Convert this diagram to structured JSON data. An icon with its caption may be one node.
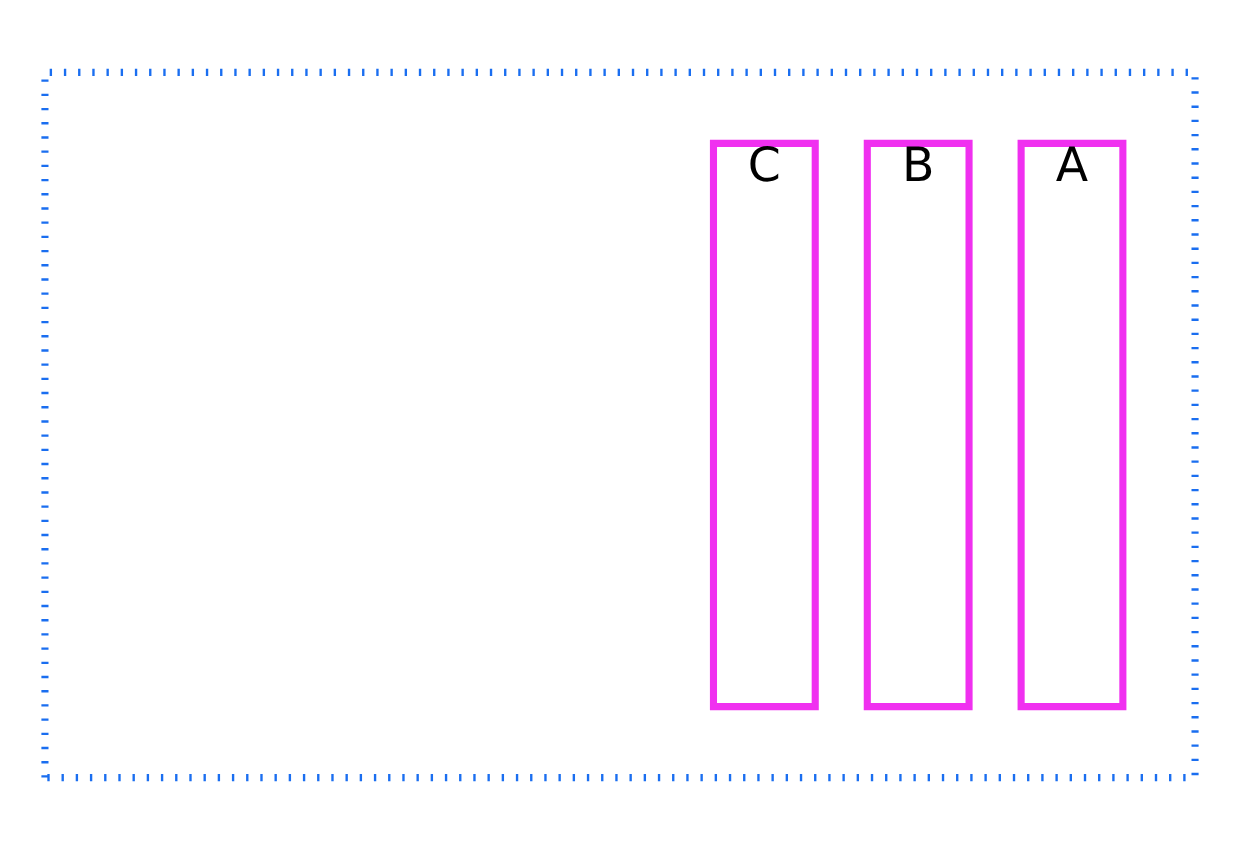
{
  "diagram": {
    "nodes": [
      {
        "text": [],
        "shape": "box"
      },
      {
        "text": [
          "A"
        ],
        "in": 0
      },
      {
        "text": [
          "B"
        ],
        "in": 0
      },
      {
        "text": [
          "C"
        ],
        "in": 0
      }
    ]
  }
}
